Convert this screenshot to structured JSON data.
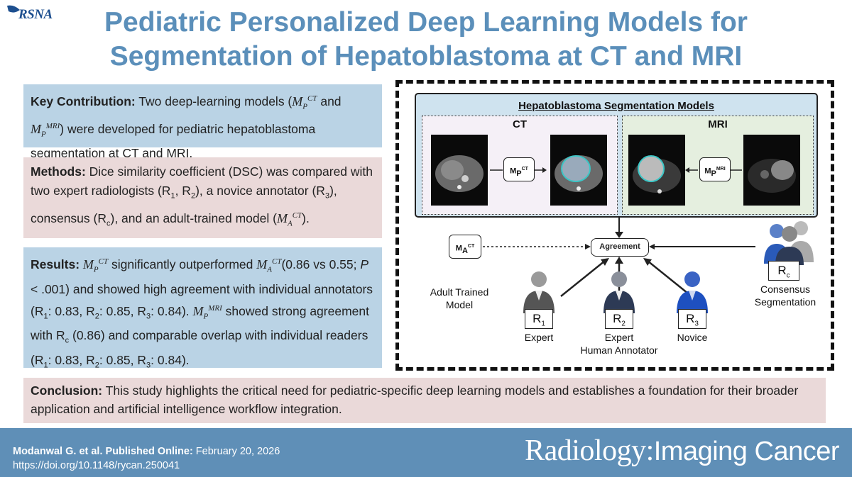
{
  "brand": {
    "logo": "RSNA",
    "accent": "#5b8fba",
    "dark_blue": "#1d4f8f"
  },
  "title": {
    "line1": "Pediatric Personalized Deep Learning Models for",
    "line2": "Segmentation of Hepatoblastoma at CT and MRI"
  },
  "key_contribution": {
    "label": "Key Contribution:",
    "t1": " Two deep-learning models (",
    "t2": " and ",
    "t3": ") were developed for pediatric hepatoblastoma segmentation at CT and MRI."
  },
  "methods": {
    "label": "Methods:",
    "t1": " Dice similarity coefficient (DSC) was compared with two expert radiologists (R",
    "t2": ", R",
    "t3": "), a novice annotator (R",
    "t4": "), consensus (R",
    "t5": "), and an adult-trained model (",
    "t6": ")."
  },
  "results": {
    "label": "Results:",
    "t1": " significantly outperformed ",
    "t2": "(0.86 vs 0.55; ",
    "p": "P",
    "t3": " < .001) and showed high agreement with individual annotators (R",
    "t4": ": 0.83, R",
    "t5": ": 0.85, R",
    "t6": ": 0.84). ",
    "t7": " showed strong agreement with R",
    "t8": " (0.86) and comparable overlap with individual readers (R",
    "t9": ": 0.83, R",
    "t10": ": 0.85, R",
    "t11": ": 0.84)."
  },
  "math": {
    "M": "M",
    "P": "P",
    "A": "A",
    "CT": "CT",
    "MRI": "MRI",
    "one": "1",
    "two": "2",
    "three": "3",
    "c": "c"
  },
  "diagram": {
    "models_title": "Hepatoblastoma Segmentation Models",
    "ct_label": "CT",
    "mri_label": "MRI",
    "mp_ct": "M",
    "mp_ct_sub": "P",
    "mp_ct_sup": "CT",
    "mp_mri": "M",
    "mp_mri_sub": "P",
    "mp_mri_sup": "MRI",
    "ma_ct": "M",
    "ma_ct_sub": "A",
    "ma_ct_sup": "CT",
    "agreement": "Agreement",
    "adult_line1": "Adult Trained",
    "adult_line2": "Model",
    "consensus_line1": "Consensus",
    "consensus_line2": "Segmentation",
    "r": "R",
    "r1_sub": "1",
    "r2_sub": "2",
    "r3_sub": "3",
    "rc_sub": "c",
    "expert1": "Expert",
    "expert2": "Expert",
    "novice": "Novice",
    "human_annotator": "Human Annotator"
  },
  "conclusion": {
    "label": "Conclusion:",
    "text": " This study highlights the critical need for pediatric-specific deep learning models and establishes a foundation for their broader application and artificial intelligence workflow integration."
  },
  "footer": {
    "authors": "Modanwal G. et al. Published Online:",
    "date": " February 20, 2026",
    "doi": "https://doi.org/10.1148/rycan.250041",
    "journal_part1": "Radiology:",
    "journal_part2": "Imaging Cancer"
  }
}
